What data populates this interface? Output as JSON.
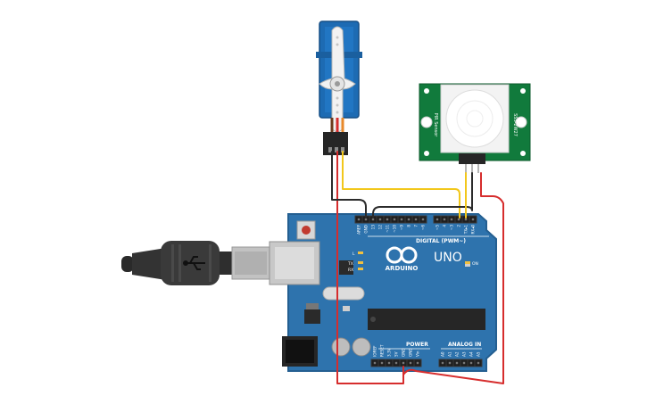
{
  "colors": {
    "board": "#2e73ad",
    "board_edge": "#245f91",
    "servo_body": "#1d6bb3",
    "pir_board": "#117a3c",
    "wire_red": "#d62d2d",
    "wire_black": "#2b2b2b",
    "wire_yellow": "#f2c71b",
    "cable": "#3c3c3c",
    "usb_plug": "#c7c7c7"
  },
  "components": {
    "arduino": {
      "brand": "ARDUINO",
      "model": "UNO",
      "digital_label": "DIGITAL (PWM~)",
      "power_label": "POWER",
      "analog_label": "ANALOG IN",
      "on_label": "ON",
      "tx_label": "TX",
      "rx_label": "RX",
      "l_label": "L",
      "digital_pins": [
        "AREF",
        "GND",
        "13",
        "12",
        "~11",
        "~10",
        "~9",
        "8",
        "7",
        "~6",
        "~5",
        "4",
        "~3",
        "2",
        "TX▸1",
        "RX◂0"
      ],
      "power_pins": [
        "IOREF",
        "RESET",
        "3.3V",
        "5V",
        "GND",
        "GND",
        "Vin"
      ],
      "analog_pins": [
        "A0",
        "A1",
        "A2",
        "A3",
        "A4",
        "A5"
      ]
    },
    "pir": {
      "left_text": "PIR Sensor",
      "right_text": "SSS-2W27"
    }
  }
}
